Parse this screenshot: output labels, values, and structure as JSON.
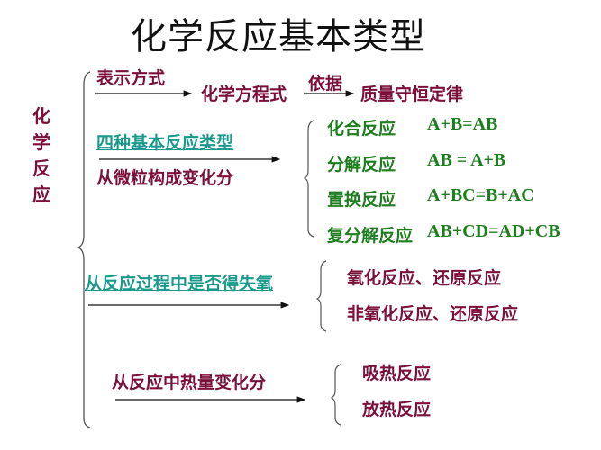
{
  "title": "化学反应基本类型",
  "root_label": "化学反应",
  "branch_representation": {
    "arrow_label": "表示方式",
    "target": "化学方程式",
    "basis_label": "依据",
    "basis_target": "质量守恒定律"
  },
  "branch_basic_types": {
    "label_top": "四种基本反应类型",
    "label_bottom": "从微粒构成变化分",
    "items": [
      {
        "name": "化合反应",
        "formula": "A+B=AB"
      },
      {
        "name": "分解反应",
        "formula": "AB = A+B"
      },
      {
        "name": "置换反应",
        "formula": "A+BC=B+AC"
      },
      {
        "name": "复分解反应",
        "formula": "AB+CD=AD+CB"
      }
    ]
  },
  "branch_oxygen": {
    "label": "从反应过程中是否得失氧",
    "items": [
      "氧化反应、还原反应",
      "非氧化反应、还原反应"
    ]
  },
  "branch_heat": {
    "label": "从反应中热量变化分",
    "items": [
      "吸热反应",
      "放热反应"
    ]
  },
  "colors": {
    "maroon": "#7a0f3a",
    "green": "#1e7d1e",
    "teal": "#1a9a8a",
    "title": "#111111"
  }
}
